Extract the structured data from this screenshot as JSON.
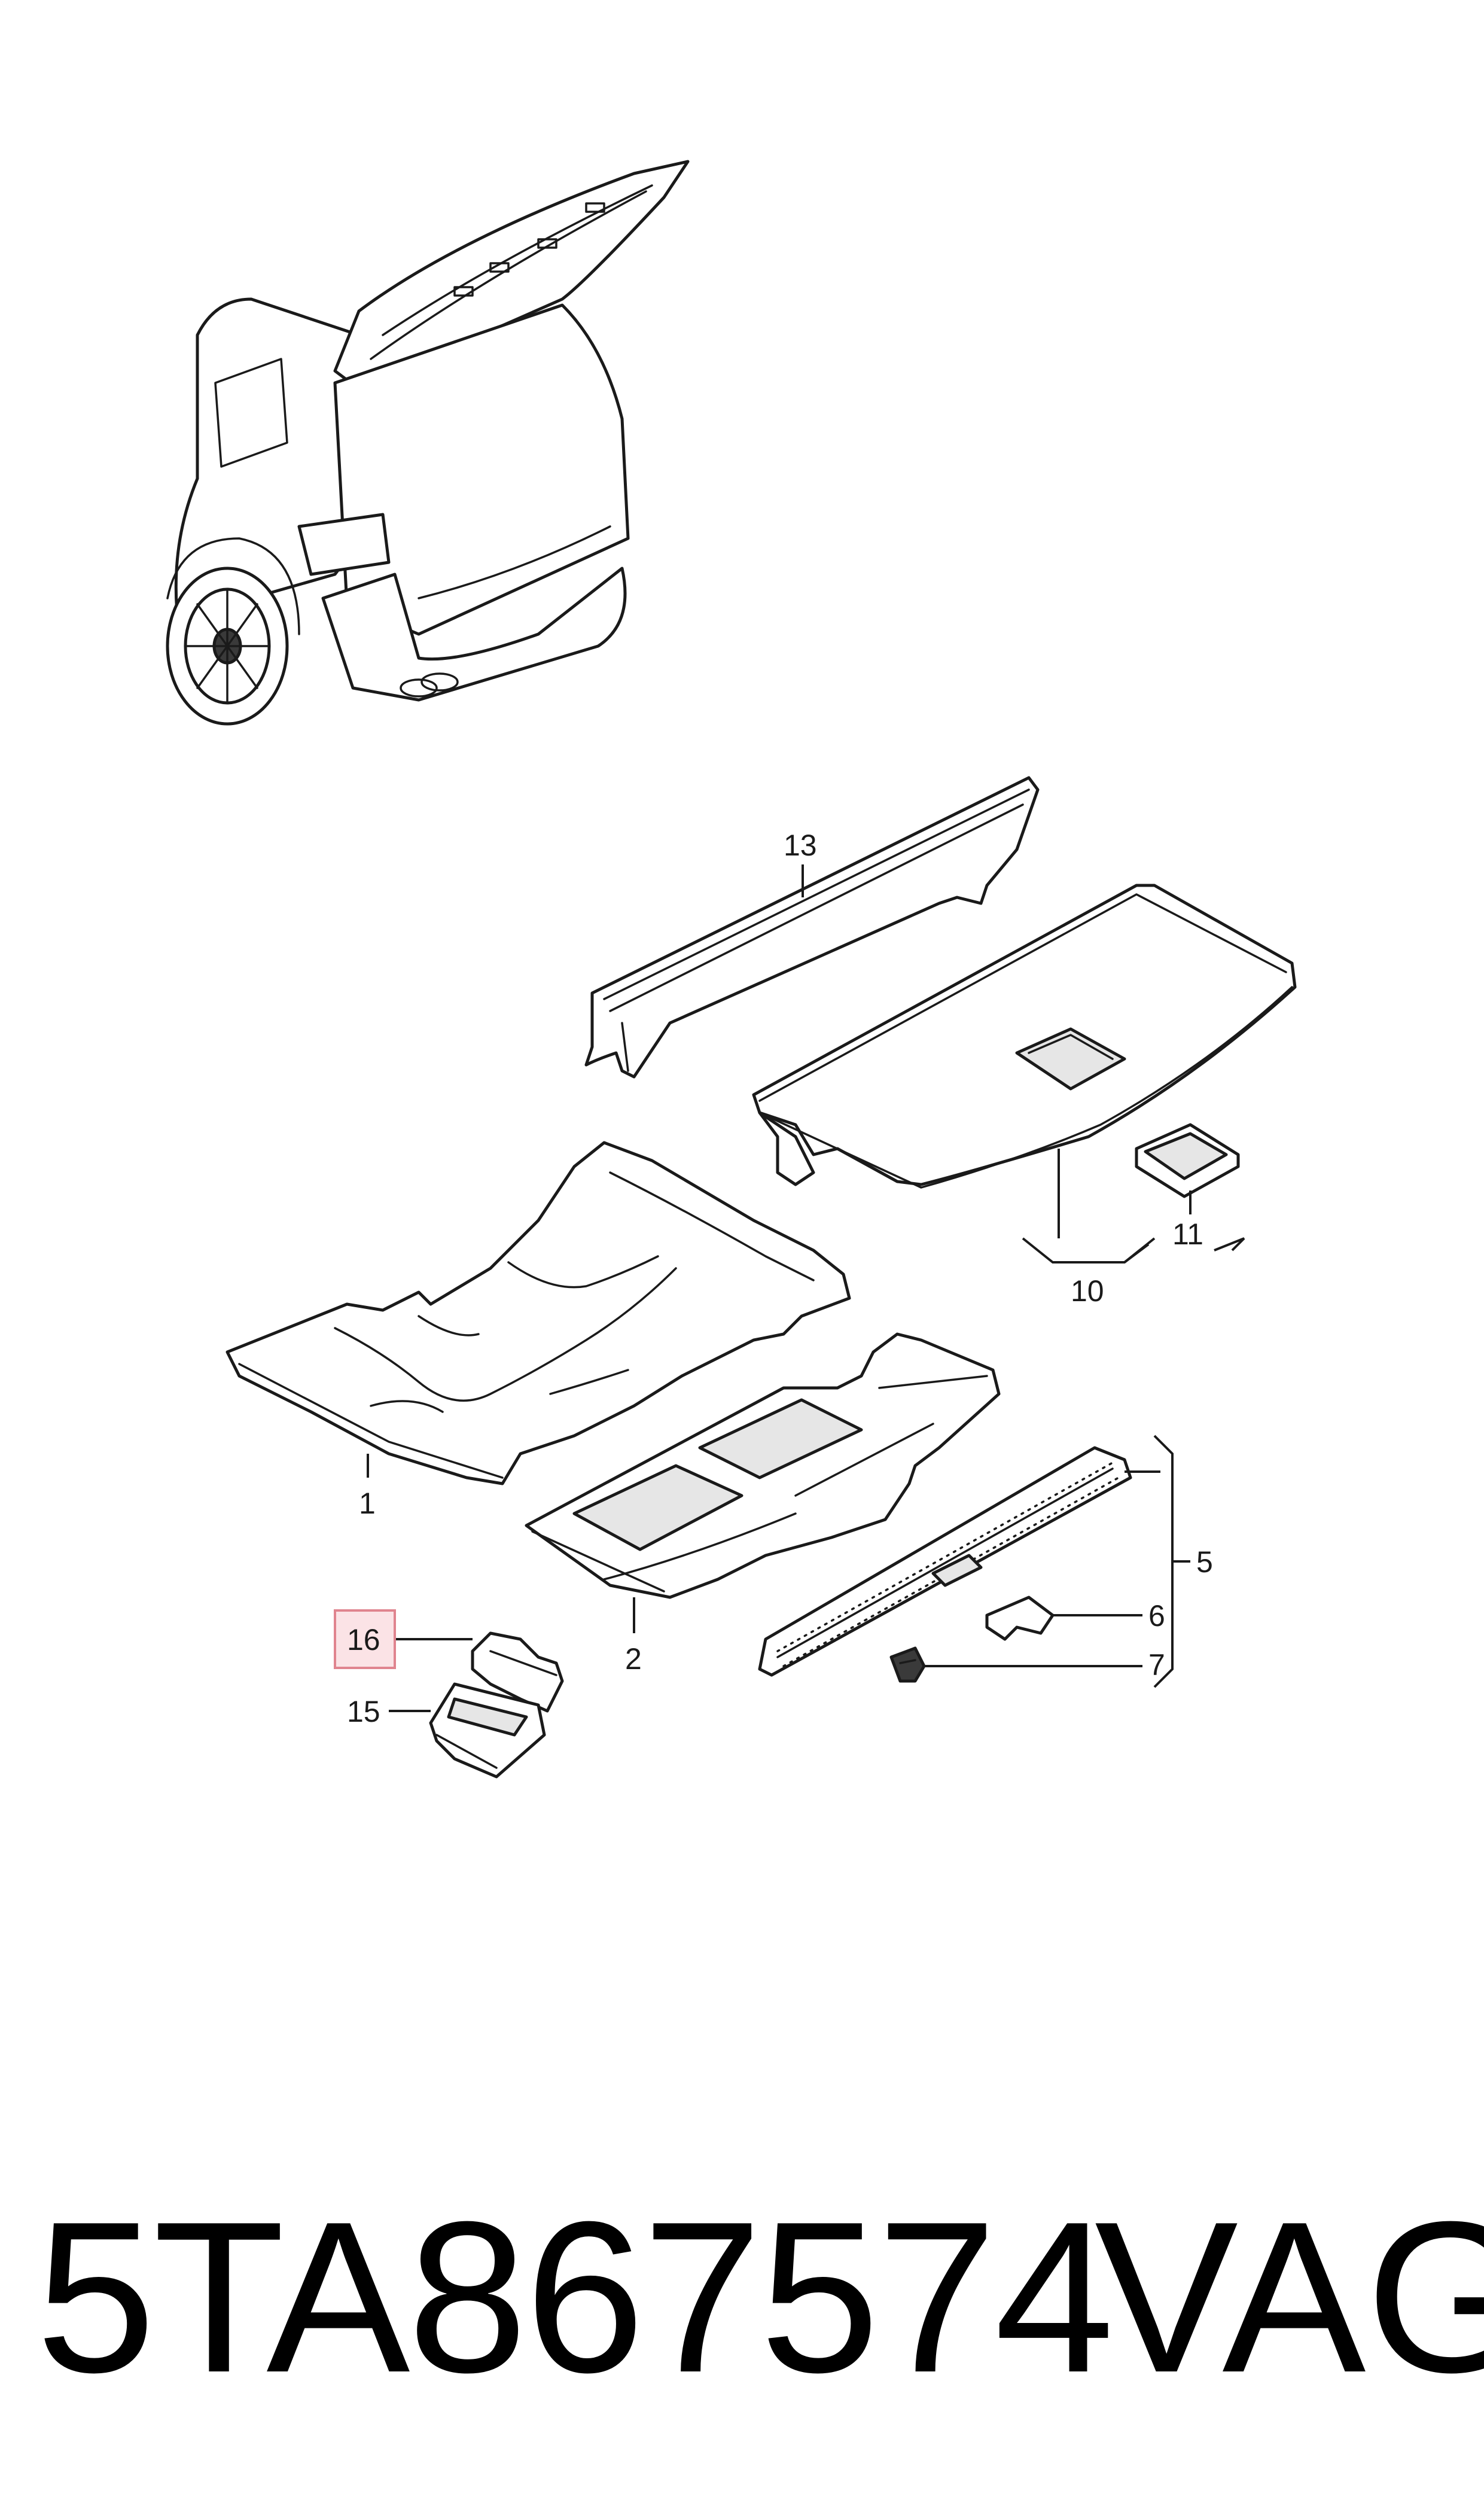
{
  "callouts": {
    "c1": "1",
    "c2": "2",
    "c5": "5",
    "c6": "6",
    "c7": "7",
    "c10": "10",
    "c11": "11",
    "c13": "13",
    "c15": "15",
    "c16": "16"
  },
  "highlighted_callout": "16",
  "footer": {
    "part_number": "5TA867574",
    "brand": "VAG"
  },
  "colors": {
    "highlight_fill": "#fbe3e6",
    "highlight_border": "#e0848f",
    "line": "#1a1a1a"
  }
}
